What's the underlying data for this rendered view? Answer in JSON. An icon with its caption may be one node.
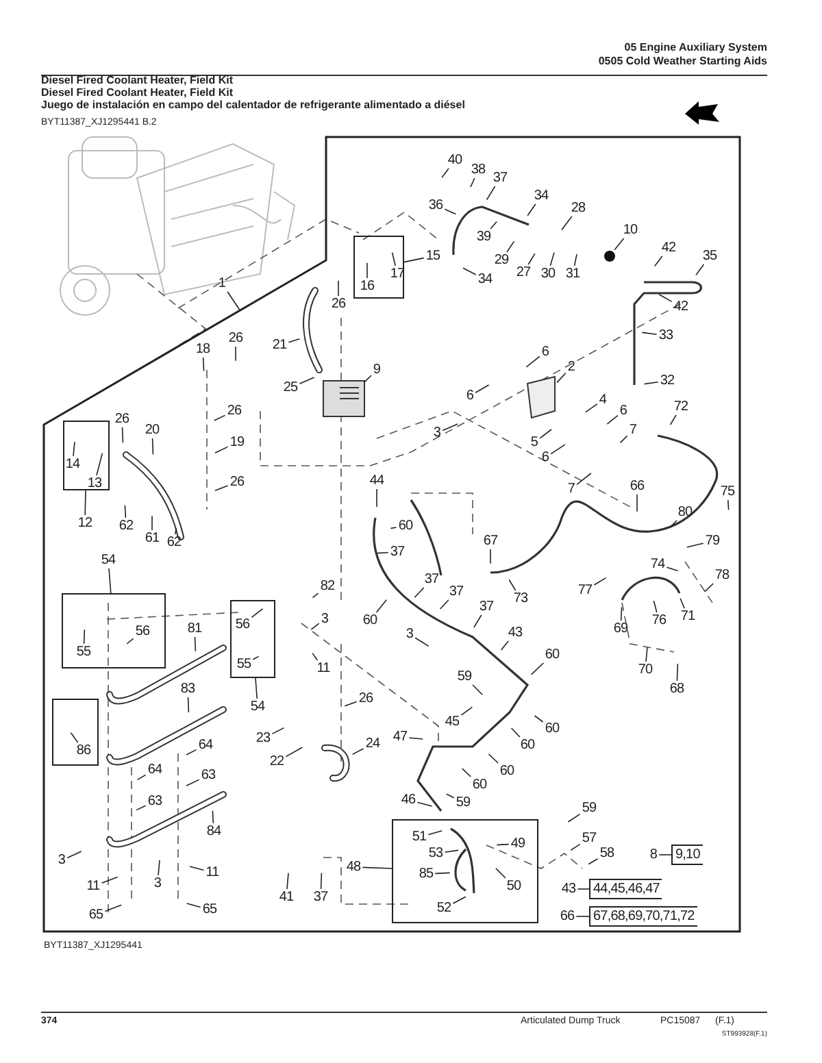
{
  "diagram": {
    "title": "Diesel Fired Coolant Heater, Field Kit",
    "nodes": [
      {
        "text": [],
        "shape": "box"
      },
      {
        "text": [
          "1"
        ]
      },
      {
        "text": [
          "40"
        ],
        "in": 0
      },
      {
        "text": [
          "38"
        ],
        "in": 0
      },
      {
        "text": [
          "37"
        ],
        "in": 0
      },
      {
        "text": [
          "36"
        ],
        "in": 0
      },
      {
        "text": [
          "34"
        ],
        "in": 0
      },
      {
        "text": [
          "28"
        ],
        "in": 0
      },
      {
        "text": [
          "10"
        ],
        "in": 0
      },
      {
        "text": [],
        "shape": "box",
        "in": 0
      },
      {
        "text": [
          "16"
        ],
        "in": 9
      },
      {
        "text": [
          "17"
        ],
        "in": 9
      },
      {
        "text": [
          "15"
        ],
        "in": 0
      },
      {
        "text": [
          "39"
        ],
        "in": 0
      },
      {
        "text": [
          "29"
        ],
        "in": 0
      },
      {
        "text": [
          "27"
        ],
        "in": 0
      },
      {
        "text": [
          "30"
        ],
        "in": 0
      },
      {
        "text": [
          "31"
        ],
        "in": 0
      },
      {
        "text": [
          "42"
        ],
        "in": 0
      },
      {
        "text": [
          "35"
        ],
        "in": 0
      },
      {
        "text": [
          "34"
        ],
        "in": 0
      },
      {
        "text": [
          "26"
        ],
        "in": 0
      },
      {
        "text": [
          "42"
        ],
        "in": 0
      },
      {
        "text": [
          "21"
        ],
        "in": 0
      },
      {
        "text": [
          "33"
        ],
        "in": 0
      },
      {
        "text": [
          "26"
        ],
        "in": 0
      },
      {
        "text": [
          "18"
        ],
        "in": 0
      },
      {
        "text": [
          "6"
        ],
        "in": 0
      },
      {
        "text": [
          "9"
        ],
        "in": 0
      },
      {
        "text": [
          "2"
        ],
        "in": 0
      },
      {
        "text": [
          "32"
        ],
        "in": 0
      },
      {
        "text": [
          "25"
        ],
        "in": 0
      },
      {
        "text": [
          "6"
        ],
        "in": 0
      },
      {
        "text": [
          "4"
        ],
        "in": 0
      },
      {
        "text": [
          "26"
        ],
        "in": 0
      },
      {
        "text": [
          "6"
        ],
        "in": 0
      },
      {
        "text": [
          "72"
        ],
        "in": 0
      },
      {
        "text": [],
        "shape": "box",
        "in": 0
      },
      {
        "text": [
          "14"
        ],
        "in": 37
      },
      {
        "text": [
          "13"
        ],
        "in": 37
      },
      {
        "text": [
          "26"
        ],
        "in": 0
      },
      {
        "text": [
          "20"
        ],
        "in": 0
      },
      {
        "text": [
          "7"
        ],
        "in": 0
      },
      {
        "text": [
          "3"
        ],
        "in": 0
      },
      {
        "text": [
          "19"
        ],
        "in": 0
      },
      {
        "text": [
          "5"
        ],
        "in": 0
      },
      {
        "text": [
          "6"
        ],
        "in": 0
      },
      {
        "text": [
          "7"
        ],
        "in": 0
      },
      {
        "text": [
          "44"
        ],
        "in": 0
      },
      {
        "text": [
          "26"
        ],
        "in": 0
      },
      {
        "text": [
          "66"
        ],
        "in": 0
      },
      {
        "text": [
          "75"
        ],
        "in": 0
      },
      {
        "text": [
          "80"
        ],
        "in": 0
      },
      {
        "text": [
          "12"
        ],
        "in": 0
      },
      {
        "text": [
          "62"
        ],
        "in": 0
      },
      {
        "text": [
          "60"
        ],
        "in": 0
      },
      {
        "text": [
          "79"
        ],
        "in": 0
      },
      {
        "text": [
          "61"
        ],
        "in": 0
      },
      {
        "text": [
          "67"
        ],
        "in": 0
      },
      {
        "text": [
          "62"
        ],
        "in": 0
      },
      {
        "text": [
          "37"
        ],
        "in": 0
      },
      {
        "text": [
          "54"
        ],
        "in": 0
      },
      {
        "text": [],
        "shape": "box",
        "in": 0
      },
      {
        "text": [
          "56"
        ],
        "in": 62
      },
      {
        "text": [
          "55"
        ],
        "in": 62
      },
      {
        "text": [
          "74"
        ],
        "in": 0
      },
      {
        "text": [
          "78"
        ],
        "in": 0
      },
      {
        "text": [
          "37"
        ],
        "in": 0
      },
      {
        "text": [
          "82"
        ],
        "in": 0
      },
      {
        "text": [
          "77"
        ],
        "in": 0
      },
      {
        "text": [
          "37"
        ],
        "in": 0
      },
      {
        "text": [
          "73"
        ],
        "in": 0
      },
      {
        "text": [],
        "shape": "box",
        "in": 0
      },
      {
        "text": [
          "56"
        ],
        "in": 72
      },
      {
        "text": [
          "55"
        ],
        "in": 72
      },
      {
        "text": [
          "37"
        ],
        "in": 0
      },
      {
        "text": [
          "3"
        ],
        "in": 0
      },
      {
        "text": [
          "60"
        ],
        "in": 0
      },
      {
        "text": [
          "76"
        ],
        "in": 0
      },
      {
        "text": [
          "71"
        ],
        "in": 0
      },
      {
        "text": [
          "81"
        ],
        "in": 0
      },
      {
        "text": [
          "69"
        ],
        "in": 0
      },
      {
        "text": [
          "43"
        ],
        "in": 0
      },
      {
        "text": [
          "3"
        ],
        "in": 0
      },
      {
        "text": [
          "60"
        ],
        "in": 0
      },
      {
        "text": [
          "70"
        ],
        "in": 0
      },
      {
        "text": [
          "11"
        ],
        "in": 0
      },
      {
        "text": [
          "59"
        ],
        "in": 0
      },
      {
        "text": [
          "68"
        ],
        "in": 0
      },
      {
        "text": [
          "83"
        ],
        "in": 0
      },
      {
        "text": [
          "26"
        ],
        "in": 0
      },
      {
        "text": [],
        "shape": "box",
        "in": 0
      },
      {
        "text": [
          "86"
        ],
        "in": 91
      },
      {
        "text": [
          "54"
        ],
        "in": 0
      },
      {
        "text": [
          "45"
        ],
        "in": 0
      },
      {
        "text": [
          "60"
        ],
        "in": 0
      },
      {
        "text": [
          "47"
        ],
        "in": 0
      },
      {
        "text": [
          "23"
        ],
        "in": 0
      },
      {
        "text": [
          "24"
        ],
        "in": 0
      },
      {
        "text": [
          "64"
        ],
        "in": 0
      },
      {
        "text": [
          "60"
        ],
        "in": 0
      },
      {
        "text": [
          "22"
        ],
        "in": 0
      },
      {
        "text": [
          "64"
        ],
        "in": 0
      },
      {
        "text": [
          "60"
        ],
        "in": 0
      },
      {
        "text": [
          "63"
        ],
        "in": 0
      },
      {
        "text": [
          "60"
        ],
        "in": 0
      },
      {
        "text": [
          "46"
        ],
        "in": 0
      },
      {
        "text": [
          "59"
        ],
        "in": 0
      },
      {
        "text": [
          "63"
        ],
        "in": 0
      },
      {
        "text": [
          "59"
        ],
        "in": 0
      },
      {
        "text": [
          "84"
        ],
        "in": 0
      },
      {
        "text": [],
        "shape": "box",
        "in": 0
      },
      {
        "text": [
          "51"
        ],
        "in": 111
      },
      {
        "text": [
          "57"
        ],
        "in": 0
      },
      {
        "text": [
          "49"
        ],
        "in": 111
      },
      {
        "text": [
          "53"
        ],
        "in": 111
      },
      {
        "text": [
          "58"
        ],
        "in": 0
      },
      {
        "text": [
          "8"
        ],
        "in": 0
      },
      {
        "text": [
          "9,10"
        ],
        "in": 0
      },
      {
        "text": [
          "3"
        ],
        "in": 0
      },
      {
        "text": [
          "48"
        ],
        "in": 0
      },
      {
        "text": [
          "85"
        ],
        "in": 111
      },
      {
        "text": [
          "3"
        ],
        "in": 0
      },
      {
        "text": [
          "11"
        ],
        "in": 0
      },
      {
        "text": [
          "50"
        ],
        "in": 111
      },
      {
        "text": [
          "11"
        ],
        "in": 0
      },
      {
        "text": [
          "43"
        ],
        "in": 0
      },
      {
        "text": [
          "44,45,46,47"
        ],
        "in": 0
      },
      {
        "text": [
          "41"
        ],
        "in": 0
      },
      {
        "text": [
          "37"
        ],
        "in": 0
      },
      {
        "text": [
          "52"
        ],
        "in": 111
      },
      {
        "text": [
          "65"
        ],
        "in": 0
      },
      {
        "text": [
          "65"
        ],
        "in": 0
      },
      {
        "text": [
          "66"
        ],
        "in": 0
      },
      {
        "text": [
          "67,68,69,70,71,72"
        ],
        "in": 0
      }
    ],
    "edges": [
      {
        "from": 1,
        "to": 0,
        "arrow": "none"
      },
      {
        "from": 2,
        "to": null,
        "arrow": "none"
      },
      {
        "from": 3,
        "to": null,
        "arrow": "none"
      },
      {
        "from": 4,
        "to": null,
        "arrow": "none"
      },
      {
        "from": 5,
        "to": null,
        "arrow": "none"
      },
      {
        "from": 6,
        "to": null,
        "arrow": "none"
      },
      {
        "from": 7,
        "to": null,
        "arrow": "none"
      },
      {
        "from": 8,
        "to": null,
        "arrow": "none"
      },
      {
        "from": 10,
        "to": null,
        "arrow": "none"
      },
      {
        "from": 11,
        "to": null,
        "arrow": "none"
      },
      {
        "from": 12,
        "to": 9,
        "arrow": "none"
      },
      {
        "from": 13,
        "to": null,
        "arrow": "none"
      },
      {
        "from": 14,
        "to": null,
        "arrow": "none"
      },
      {
        "from": 15,
        "to": null,
        "arrow": "none"
      },
      {
        "from": 16,
        "to": null,
        "arrow": "none"
      },
      {
        "from": 17,
        "to": null,
        "arrow": "none"
      },
      {
        "from": 18,
        "to": null,
        "arrow": "none"
      },
      {
        "from": 19,
        "to": null,
        "arrow": "none"
      },
      {
        "from": 20,
        "to": null,
        "arrow": "none"
      },
      {
        "from": 21,
        "to": null,
        "arrow": "none"
      },
      {
        "from": 22,
        "to": null,
        "arrow": "none"
      },
      {
        "from": 23,
        "to": null,
        "arrow": "none"
      },
      {
        "from": 24,
        "to": null,
        "arrow": "none"
      },
      {
        "from": 25,
        "to": null,
        "arrow": "none"
      },
      {
        "from": 26,
        "to": null,
        "arrow": "none"
      },
      {
        "from": 27,
        "to": null,
        "arrow": "none"
      },
      {
        "from": 28,
        "to": null,
        "arrow": "none"
      },
      {
        "from": 29,
        "to": null,
        "arrow": "none"
      },
      {
        "from": 30,
        "to": null,
        "arrow": "none"
      },
      {
        "from": 31,
        "to": null,
        "arrow": "none"
      },
      {
        "from": 32,
        "to": null,
        "arrow": "none"
      },
      {
        "from": 33,
        "to": null,
        "arrow": "none"
      },
      {
        "from": 34,
        "to": null,
        "arrow": "none"
      },
      {
        "from": 35,
        "to": null,
        "arrow": "none"
      },
      {
        "from": 36,
        "to": null,
        "arrow": "none"
      },
      {
        "from": 38,
        "to": null,
        "arrow": "none"
      },
      {
        "from": 39,
        "to": null,
        "arrow": "none"
      },
      {
        "from": 40,
        "to": null,
        "arrow": "none"
      },
      {
        "from": 41,
        "to": null,
        "arrow": "none"
      },
      {
        "from": 42,
        "to": null,
        "arrow": "none"
      },
      {
        "from": 43,
        "to": null,
        "arrow": "none"
      },
      {
        "from": 44,
        "to": null,
        "arrow": "none"
      },
      {
        "from": 45,
        "to": null,
        "arrow": "none"
      },
      {
        "from": 46,
        "to": null,
        "arrow": "none"
      },
      {
        "from": 47,
        "to": null,
        "arrow": "none"
      },
      {
        "from": 48,
        "to": null,
        "arrow": "none"
      },
      {
        "from": 49,
        "to": null,
        "arrow": "none"
      },
      {
        "from": 50,
        "to": null,
        "arrow": "none"
      },
      {
        "from": 51,
        "to": null,
        "arrow": "none"
      },
      {
        "from": 52,
        "to": null,
        "arrow": "none"
      },
      {
        "from": 53,
        "to": 37,
        "arrow": "none"
      },
      {
        "from": 54,
        "to": null,
        "arrow": "none"
      },
      {
        "from": 55,
        "to": null,
        "arrow": "none"
      },
      {
        "from": 56,
        "to": null,
        "arrow": "none"
      },
      {
        "from": 57,
        "to": null,
        "arrow": "none"
      },
      {
        "from": 58,
        "to": null,
        "arrow": "none"
      },
      {
        "from": 59,
        "to": null,
        "arrow": "none"
      },
      {
        "from": 60,
        "to": null,
        "arrow": "none"
      },
      {
        "from": 61,
        "to": 62,
        "arrow": "none"
      },
      {
        "from": 63,
        "to": null,
        "arrow": "none"
      },
      {
        "from": 64,
        "to": null,
        "arrow": "none"
      },
      {
        "from": 65,
        "to": null,
        "arrow": "none"
      },
      {
        "from": 66,
        "to": null,
        "arrow": "none"
      },
      {
        "from": 67,
        "to": null,
        "arrow": "none"
      },
      {
        "from": 68,
        "to": null,
        "arrow": "none"
      },
      {
        "from": 69,
        "to": null,
        "arrow": "none"
      },
      {
        "from": 70,
        "to": null,
        "arrow": "none"
      },
      {
        "from": 71,
        "to": null,
        "arrow": "none"
      },
      {
        "from": 73,
        "to": null,
        "arrow": "none"
      },
      {
        "from": 74,
        "to": null,
        "arrow": "none"
      },
      {
        "from": 75,
        "to": null,
        "arrow": "none"
      },
      {
        "from": 76,
        "to": null,
        "arrow": "none"
      },
      {
        "from": 77,
        "to": null,
        "arrow": "none"
      },
      {
        "from": 78,
        "to": null,
        "arrow": "none"
      },
      {
        "from": 79,
        "to": null,
        "arrow": "none"
      },
      {
        "from": 80,
        "to": null,
        "arrow": "none"
      },
      {
        "from": 81,
        "to": null,
        "arrow": "none"
      },
      {
        "from": 82,
        "to": null,
        "arrow": "none"
      },
      {
        "from": 83,
        "to": null,
        "arrow": "none"
      },
      {
        "from": 84,
        "to": null,
        "arrow": "none"
      },
      {
        "from": 85,
        "to": null,
        "arrow": "none"
      },
      {
        "from": 86,
        "to": null,
        "arrow": "none"
      },
      {
        "from": 87,
        "to": null,
        "arrow": "none"
      },
      {
        "from": 88,
        "to": null,
        "arrow": "none"
      },
      {
        "from": 89,
        "to": null,
        "arrow": "none"
      },
      {
        "from": 90,
        "to": null,
        "arrow": "none"
      },
      {
        "from": 92,
        "to": null,
        "arrow": "none"
      },
      {
        "from": 93,
        "to": 72,
        "arrow": "none"
      },
      {
        "from": 94,
        "to": null,
        "arrow": "none"
      },
      {
        "from": 95,
        "to": null,
        "arrow": "none"
      },
      {
        "from": 96,
        "to": null,
        "arrow": "none"
      },
      {
        "from": 97,
        "to": null,
        "arrow": "none"
      },
      {
        "from": 98,
        "to": null,
        "arrow": "none"
      },
      {
        "from": 99,
        "to": null,
        "arrow": "none"
      },
      {
        "from": 100,
        "to": null,
        "arrow": "none"
      },
      {
        "from": 101,
        "to": null,
        "arrow": "none"
      },
      {
        "from": 102,
        "to": null,
        "arrow": "none"
      },
      {
        "from": 103,
        "to": null,
        "arrow": "none"
      },
      {
        "from": 104,
        "to": null,
        "arrow": "none"
      },
      {
        "from": 105,
        "to": null,
        "arrow": "none"
      },
      {
        "from": 106,
        "to": null,
        "arrow": "none"
      },
      {
        "from": 107,
        "to": null,
        "arrow": "none"
      },
      {
        "from": 108,
        "to": null,
        "arrow": "none"
      },
      {
        "from": 109,
        "to": null,
        "arrow": "none"
      },
      {
        "from": 110,
        "to": null,
        "arrow": "none"
      },
      {
        "from": 112,
        "to": null,
        "arrow": "none"
      },
      {
        "from": 113,
        "to": null,
        "arrow": "none"
      },
      {
        "from": 114,
        "to": null,
        "arrow": "none"
      },
      {
        "from": 115,
        "to": null,
        "arrow": "none"
      },
      {
        "from": 116,
        "to": null,
        "arrow": "none"
      },
      {
        "from": 117,
        "to": 118,
        "arrow": "none"
      },
      {
        "from": 119,
        "to": null,
        "arrow": "none"
      },
      {
        "from": 120,
        "to": 111,
        "arrow": "none"
      },
      {
        "from": 121,
        "to": null,
        "arrow": "none"
      },
      {
        "from": 122,
        "to": null,
        "arrow": "none"
      },
      {
        "from": 123,
        "to": null,
        "arrow": "none"
      },
      {
        "from": 124,
        "to": null,
        "arrow": "none"
      },
      {
        "from": 125,
        "to": null,
        "arrow": "none"
      },
      {
        "from": 126,
        "to": 127,
        "arrow": "none"
      },
      {
        "from": 128,
        "to": null,
        "arrow": "none"
      },
      {
        "from": 129,
        "to": null,
        "arrow": "none"
      },
      {
        "from": 130,
        "to": null,
        "arrow": "none"
      },
      {
        "from": 131,
        "to": null,
        "arrow": "none"
      },
      {
        "from": 132,
        "to": null,
        "arrow": "none"
      },
      {
        "from": 133,
        "to": 134,
        "arrow": "none"
      }
    ],
    "labels": [
      "05 Engine Auxiliary System",
      "0505 Cold Weather Starting Aids",
      "Diesel Fired Coolant Heater, Field Kit",
      "Juego de instalación en campo del calentador de refrigerante alimentado a diésel",
      "BYT11387_XJ1295441 B.2",
      "BYT11387_XJ1295441",
      "374",
      "Articulated Dump Truck",
      "PC15087",
      "(F.1)",
      "ST993928(F.1)"
    ]
  }
}
